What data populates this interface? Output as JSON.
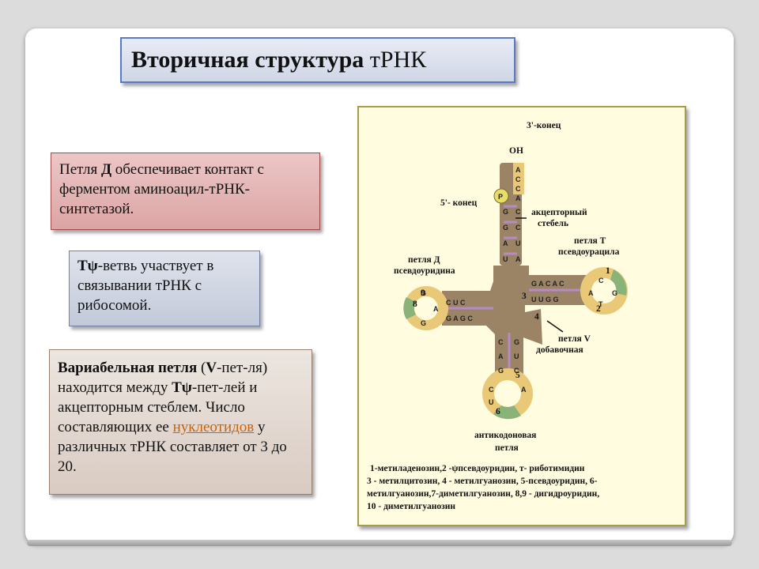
{
  "title": {
    "bold": "Вторичная  структура",
    "rest": " тРНК"
  },
  "box1": {
    "pre": "Петля ",
    "bold": "Д",
    "text": " обеспечивает контакт с ферментом аминоацил-тРНК-синтетазой."
  },
  "box2": {
    "bold": "Тψ",
    "text": "-ветвь участвует в связывании тРНК с рибосомой."
  },
  "box3": {
    "bold1": "Вариабельная петля",
    "t1": " (",
    "bold2": "V",
    "t2": "-пет-ля) находится между ",
    "bold3": "Тψ",
    "t3": "-пет-лей и акцепторным стеблем. Число составляющих ее ",
    "link": "нуклеотидов",
    "t4": " у различных тРНК составляет  от 3 до 20."
  },
  "diagram": {
    "end3": "3'-конец",
    "oh": "OH",
    "end5": "5'- конец",
    "p": "P",
    "acceptor1": "акцепторный",
    "acceptor2": "стебель",
    "tloop1": "петля Т",
    "tloop2": "псевдоурацила",
    "dloop1": "петля Д",
    "dloop2": "псевдоуридина",
    "vloop1": "петля V",
    "vloop2": "добавочная",
    "anti1": "антикодоновая",
    "anti2": "петля",
    "n1": "1",
    "n2": "2",
    "n3": "3",
    "n4": "4",
    "n5": "5",
    "n6": "6",
    "n8": "8",
    "n9": "9",
    "legend1": "1-метиладенозин,2 -ψпсевдоуридин, т- риботимидин",
    "legend2": "3 - метилцитозин, 4 - метилгуанозин, 5-псевдоуридин, 6-",
    "legend3": "метилгуанозин,7-диметилгуанозин, 8,9 - дигидроуридин,",
    "legend4": "10 - диметилгуанозин"
  },
  "colors": {
    "stem": "#9b8466",
    "loop_ring": "#e9c878",
    "loop_green": "#8ab37a",
    "accent_purple": "#b58ac8"
  }
}
